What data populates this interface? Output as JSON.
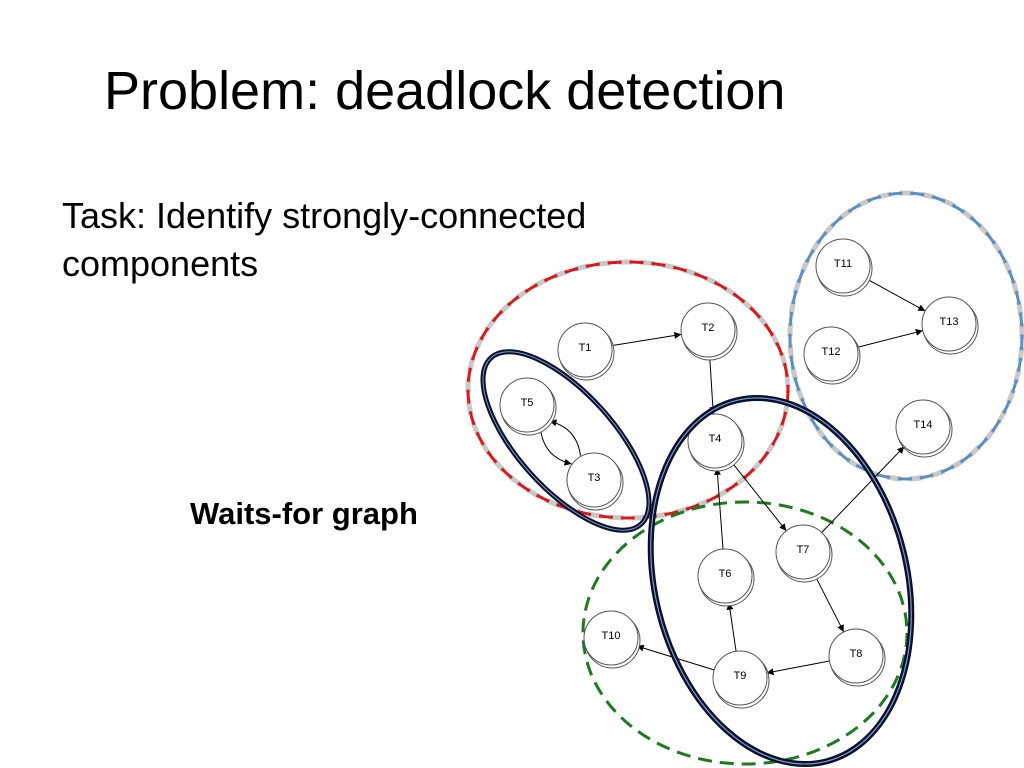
{
  "slide": {
    "title": "Problem: deadlock detection",
    "task": "Task: Identify strongly-connected components",
    "caption": "Waits-for graph"
  },
  "graph": {
    "nodes": [
      {
        "id": "T1",
        "label": "T1"
      },
      {
        "id": "T2",
        "label": "T2"
      },
      {
        "id": "T3",
        "label": "T3"
      },
      {
        "id": "T4",
        "label": "T4"
      },
      {
        "id": "T5",
        "label": "T5"
      },
      {
        "id": "T6",
        "label": "T6"
      },
      {
        "id": "T7",
        "label": "T7"
      },
      {
        "id": "T8",
        "label": "T8"
      },
      {
        "id": "T9",
        "label": "T9"
      },
      {
        "id": "T10",
        "label": "T10"
      },
      {
        "id": "T11",
        "label": "T11"
      },
      {
        "id": "T12",
        "label": "T12"
      },
      {
        "id": "T13",
        "label": "T13"
      },
      {
        "id": "T14",
        "label": "T14"
      }
    ],
    "edges": [
      {
        "from": "T1",
        "to": "T2"
      },
      {
        "from": "T2",
        "to": "T4"
      },
      {
        "from": "T5",
        "to": "T3"
      },
      {
        "from": "T3",
        "to": "T5"
      },
      {
        "from": "T4",
        "to": "T7"
      },
      {
        "from": "T6",
        "to": "T4"
      },
      {
        "from": "T7",
        "to": "T14"
      },
      {
        "from": "T7",
        "to": "T8"
      },
      {
        "from": "T8",
        "to": "T9"
      },
      {
        "from": "T9",
        "to": "T6"
      },
      {
        "from": "T9",
        "to": "T10"
      },
      {
        "from": "T11",
        "to": "T13"
      },
      {
        "from": "T12",
        "to": "T13"
      }
    ],
    "colors": {
      "red_group": "#d7191c",
      "blue_group": "#5b8ec4",
      "green_group": "#1e7a1e",
      "scc_outline": "#0a0f2e"
    }
  }
}
